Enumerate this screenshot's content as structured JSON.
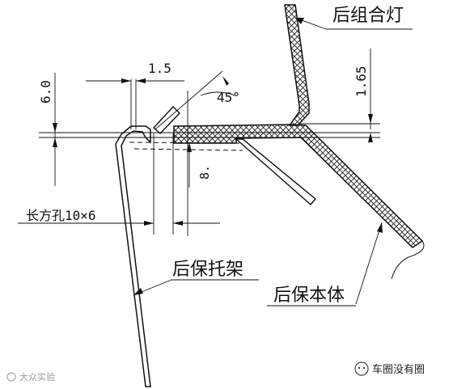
{
  "labels": {
    "rear_lamp": "后组合灯",
    "rear_bumper_bracket": "后保托架",
    "rear_bumper_body": "后保本体"
  },
  "dimensions": {
    "gap_width": "1.5",
    "vertical_offset": "6.0",
    "lamp_gap": "1.65",
    "angle": "45°",
    "slot_offset": "8.",
    "slot_hole": "长方孔10×6"
  },
  "watermarks": {
    "left": "大众实验",
    "right": "车圈没有圈"
  },
  "colors": {
    "line": "#111111",
    "hatch": "#222222",
    "watermark": "#9a9a9a"
  }
}
